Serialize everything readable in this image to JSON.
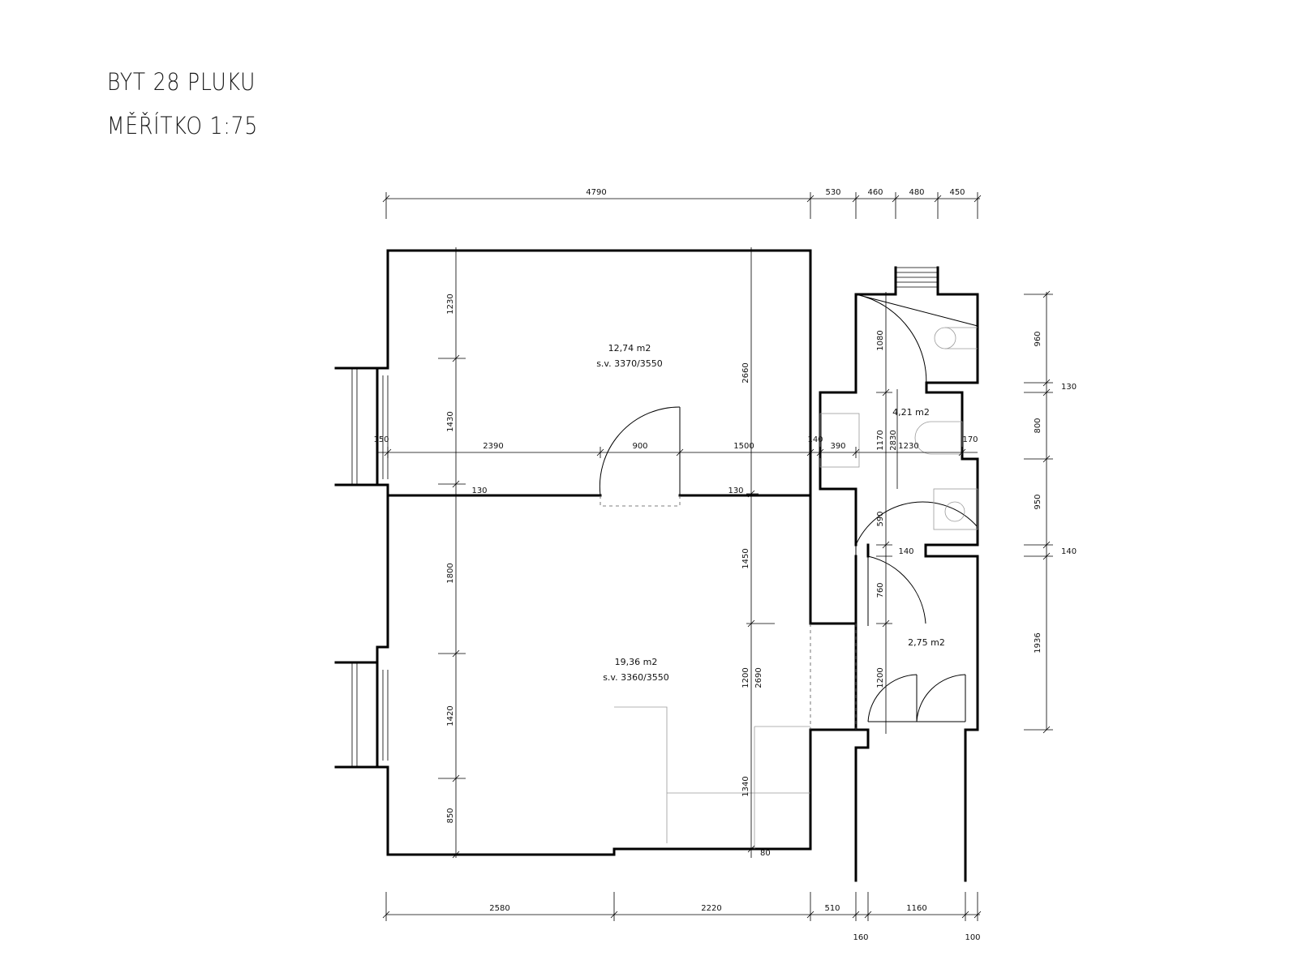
{
  "header": {
    "title": "BYT 28 PLUKU",
    "scale": "MĚŘÍTKO 1:75"
  },
  "rooms": {
    "room_top": {
      "area": "12,74 m2",
      "height": "s.v. 3370/3550"
    },
    "room_main": {
      "area": "19,36 m2",
      "height": "s.v. 3360/3550"
    },
    "bathroom": {
      "area": "4,21 m2"
    },
    "hall": {
      "area": "2,75 m2"
    }
  },
  "dimensions": {
    "top": [
      "4790",
      "530",
      "460",
      "480",
      "450"
    ],
    "bottom": [
      "2580",
      "2220",
      "510",
      "1160"
    ],
    "bottom_small": [
      "160",
      "100"
    ],
    "right": [
      "960",
      "130",
      "800",
      "950",
      "140",
      "1936"
    ],
    "left_col": [
      "1230",
      "1430",
      "1800",
      "1420",
      "850"
    ],
    "center_col": [
      "2660",
      "1450",
      "1200",
      "2690",
      "1340",
      "80"
    ],
    "horizontal_mid": [
      "150",
      "2390",
      "900",
      "1500",
      "140",
      "390",
      "1230",
      "170"
    ],
    "small_130": [
      "130",
      "130"
    ],
    "bath": [
      "1080",
      "1170",
      "2830",
      "590",
      "140",
      "760",
      "1200"
    ]
  }
}
